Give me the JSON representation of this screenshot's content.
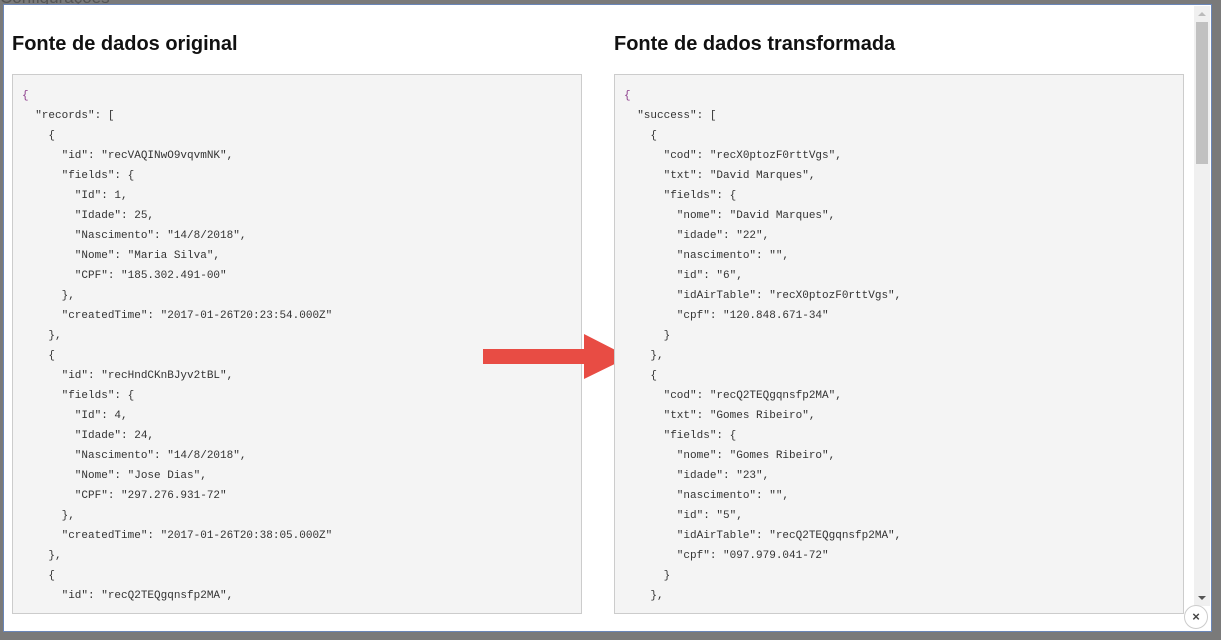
{
  "background_text": "Configurações",
  "left": {
    "title": "Fonte de dados original",
    "lines": [
      "{",
      "  \"records\": [",
      "    {",
      "      \"id\": \"recVAQINwO9vqvmNK\",",
      "      \"fields\": {",
      "        \"Id\": 1,",
      "        \"Idade\": 25,",
      "        \"Nascimento\": \"14/8/2018\",",
      "        \"Nome\": \"Maria Silva\",",
      "        \"CPF\": \"185.302.491-00\"",
      "      },",
      "      \"createdTime\": \"2017-01-26T20:23:54.000Z\"",
      "    },",
      "    {",
      "      \"id\": \"recHndCKnBJyv2tBL\",",
      "      \"fields\": {",
      "        \"Id\": 4,",
      "        \"Idade\": 24,",
      "        \"Nascimento\": \"14/8/2018\",",
      "        \"Nome\": \"Jose Dias\",",
      "        \"CPF\": \"297.276.931-72\"",
      "      },",
      "      \"createdTime\": \"2017-01-26T20:38:05.000Z\"",
      "    },",
      "    {",
      "      \"id\": \"recQ2TEQgqnsfp2MA\","
    ]
  },
  "right": {
    "title": "Fonte de dados transformada",
    "lines": [
      "{",
      "  \"success\": [",
      "    {",
      "      \"cod\": \"recX0ptozF0rttVgs\",",
      "      \"txt\": \"David Marques\",",
      "      \"fields\": {",
      "        \"nome\": \"David Marques\",",
      "        \"idade\": \"22\",",
      "        \"nascimento\": \"\",",
      "        \"id\": \"6\",",
      "        \"idAirTable\": \"recX0ptozF0rttVgs\",",
      "        \"cpf\": \"120.848.671-34\"",
      "      }",
      "    },",
      "    {",
      "      \"cod\": \"recQ2TEQgqnsfp2MA\",",
      "      \"txt\": \"Gomes Ribeiro\",",
      "      \"fields\": {",
      "        \"nome\": \"Gomes Ribeiro\",",
      "        \"idade\": \"23\",",
      "        \"nascimento\": \"\",",
      "        \"id\": \"5\",",
      "        \"idAirTable\": \"recQ2TEQgqnsfp2MA\",",
      "        \"cpf\": \"097.979.041-72\"",
      "      }",
      "    },"
    ]
  },
  "close_label": "×",
  "colors": {
    "arrow": "#e84c44"
  }
}
